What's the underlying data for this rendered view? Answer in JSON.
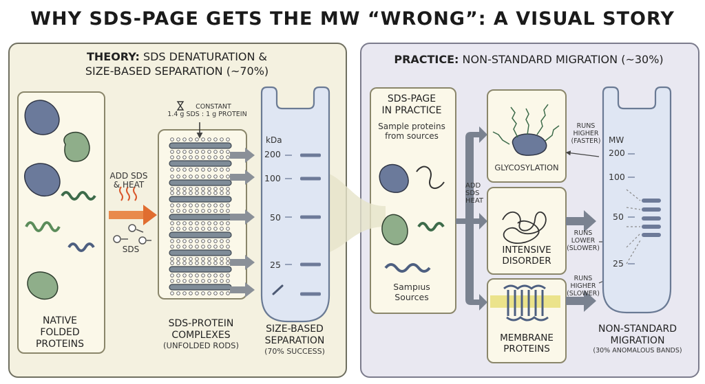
{
  "title": "WHY SDS-PAGE GETS THE MW “WRONG”: A VISUAL STORY",
  "left": {
    "heading_bold": "THEORY:",
    "heading_rest": "SDS DENATURATION &",
    "heading_line2": "SIZE-BASED SEPARATION (~70%)",
    "native_label": [
      "NATIVE",
      "FOLDED",
      "PROTEINS"
    ],
    "add_sds": [
      "ADD SDS",
      "& HEAT"
    ],
    "sds_label": "SDS",
    "constant": [
      "CONSTANT",
      "1.4 g SDS : 1 g PROTEIN"
    ],
    "complex_label": [
      "SDS-PROTEIN",
      "COMPLEXES"
    ],
    "complex_sub": "(UNFOLDED RODS)",
    "gel_unit": "kDa",
    "gel_ticks": [
      "200",
      "100",
      "50",
      "25"
    ],
    "sep_label": [
      "SIZE-BASED",
      "SEPARATION"
    ],
    "sep_sub": "(70% SUCCESS)"
  },
  "right": {
    "heading_bold": "PRACTICE:",
    "heading_rest": "NON-STANDARD MIGRATION (~30%)",
    "practice_box": [
      "SDS-PAGE",
      "IN PRACTICE"
    ],
    "practice_sub": [
      "Sample proteins",
      "from sources"
    ],
    "practice_bottom": [
      "Sampıus",
      "Sources"
    ],
    "add_sds_heat": [
      "ADD",
      "SDS",
      "HEAT"
    ],
    "glyco": "GLYCOSYLATION",
    "disorder": [
      "INTENSIVE",
      "DISORDER"
    ],
    "membrane": [
      "MEMBRANE",
      "PROTEINS"
    ],
    "runs_higher_faster": [
      "RUNS",
      "HIGHER",
      "(FASTER)"
    ],
    "runs_lower_slower": [
      "RUNS",
      "LOWER",
      "(SLOWER)"
    ],
    "runs_higher_slower": [
      "RUNS",
      "HIGHER",
      "(SLOWER)"
    ],
    "gel_unit": "MW",
    "gel_ticks": [
      "200",
      "100",
      "50",
      "25"
    ],
    "nonstd_label": [
      "NON-STANDARD",
      "MIGRATION"
    ],
    "nonstd_sub": "(30% ANOMALOUS BANDS)"
  },
  "colors": {
    "left_bg": "#f4f1e0",
    "right_bg": "#e9e8f1",
    "gel": "#dfe6f3",
    "band": "#6d7a98",
    "protein_blue": "#6b7a9b",
    "protein_green": "#8fae8a",
    "arrow": "#7a8290",
    "heat": "#d9572b"
  }
}
